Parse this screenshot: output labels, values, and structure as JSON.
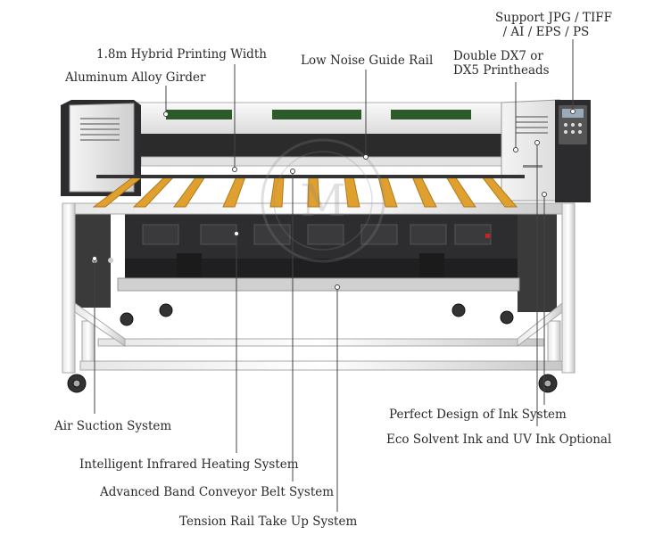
{
  "callouts": {
    "hybrid_width": "1.8m Hybrid Printing Width",
    "girder": "Aluminum Alloy Girder",
    "guide_rail": "Low Noise Guide Rail",
    "file_formats": "Support JPG / TIFF\n  / AI / EPS / PS",
    "printheads": "Double DX7 or\nDX5 Printheads",
    "air_suction": "Air Suction System",
    "infrared": "Intelligent Infrared Heating System",
    "conveyor": "Advanced Band Conveyor Belt System",
    "tension_rail": "Tension Rail Take Up System",
    "ink_design": "Perfect Design of Ink System",
    "ink_optional": "Eco Solvent Ink and UV Ink Optional"
  },
  "colors": {
    "frame": "#d7d9db",
    "frame_dark": "#b8bbbe",
    "body_dark": "#2c2c2e",
    "green_window": "#2d5a2a",
    "slat_orange": "#e0a030",
    "leader_line": "#444444"
  }
}
